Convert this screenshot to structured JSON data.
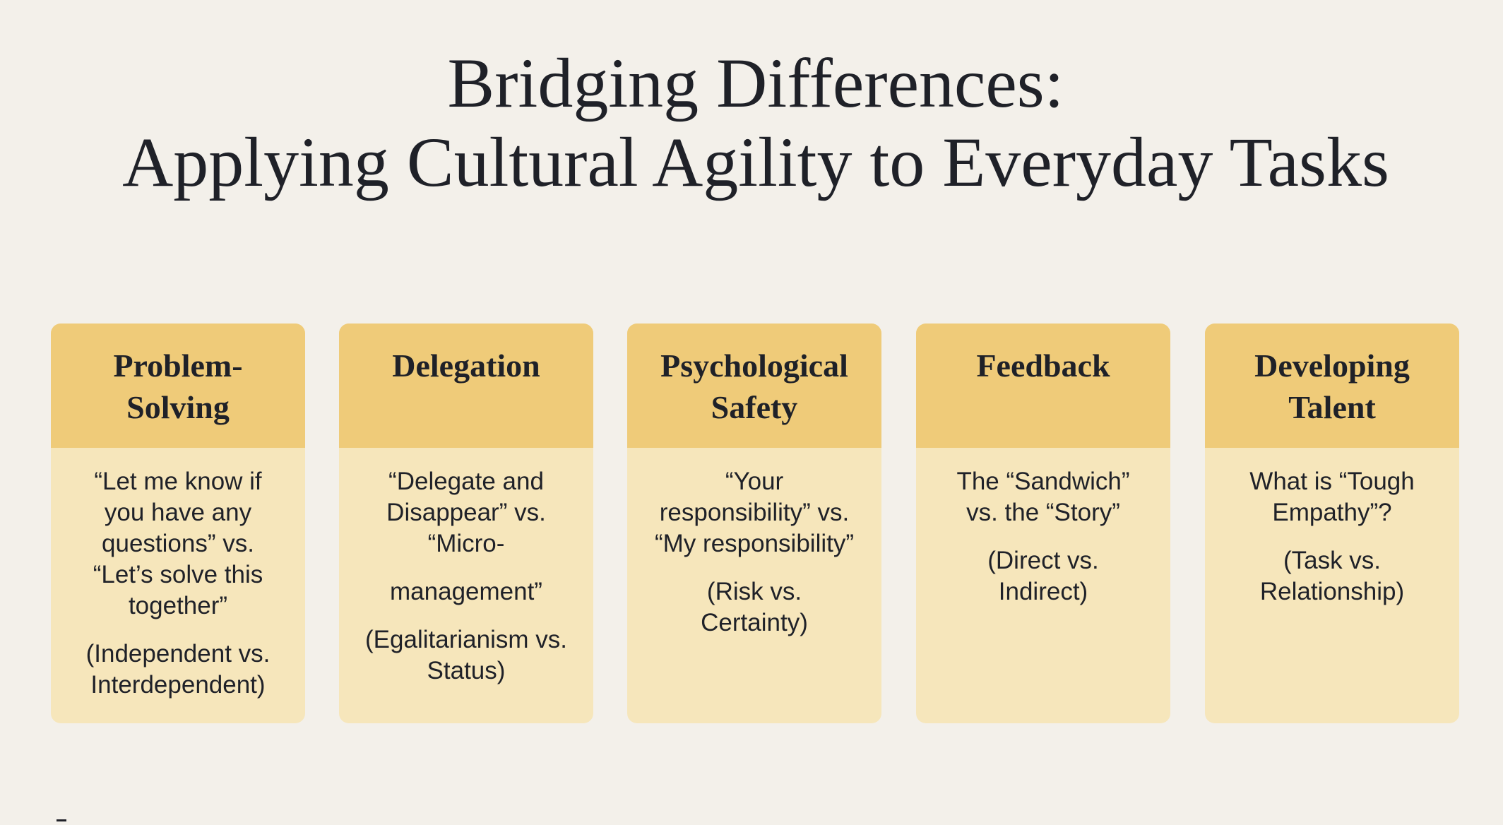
{
  "title": {
    "line1": "Bridging Differences:",
    "line2": "Applying Cultural Agility to Everyday Tasks"
  },
  "cards": [
    {
      "heading": [
        "Problem-",
        "Solving"
      ],
      "body": [
        [
          "“Let me know if",
          "you have any",
          "questions” vs.",
          "“Let’s solve this",
          "together”"
        ],
        [
          "(Independent vs.",
          "Interdependent)"
        ]
      ]
    },
    {
      "heading": [
        "Delegation"
      ],
      "body": [
        [
          "“Delegate and",
          "Disappear” vs.",
          "“Micro-"
        ],
        [
          "management”"
        ],
        [
          "(Egalitarianism vs.",
          "Status)"
        ]
      ]
    },
    {
      "heading": [
        "Psychological",
        "Safety"
      ],
      "body": [
        [
          "“Your",
          "responsibility” vs.",
          "“My responsibility”"
        ],
        [
          "(Risk vs.",
          "Certainty)"
        ]
      ]
    },
    {
      "heading": [
        "Feedback"
      ],
      "body": [
        [
          "The “Sandwich”",
          "vs. the “Story”"
        ],
        [
          "(Direct vs.",
          "Indirect)"
        ]
      ]
    },
    {
      "heading": [
        "Developing",
        "Talent"
      ],
      "body": [
        [
          "What is “Tough",
          "Empathy”?"
        ],
        [
          "(Task vs.",
          "Relationship)"
        ]
      ]
    }
  ]
}
